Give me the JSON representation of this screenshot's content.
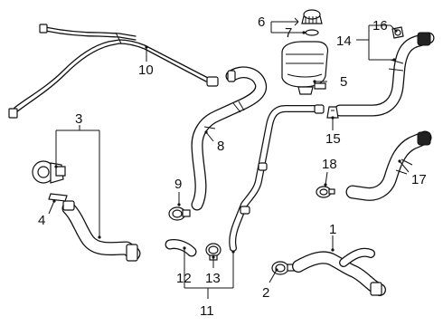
{
  "diagram": {
    "callouts": [
      "1",
      "2",
      "3",
      "4",
      "5",
      "6",
      "7",
      "8",
      "9",
      "10",
      "11",
      "12",
      "13",
      "14",
      "15",
      "16",
      "17",
      "18"
    ]
  }
}
